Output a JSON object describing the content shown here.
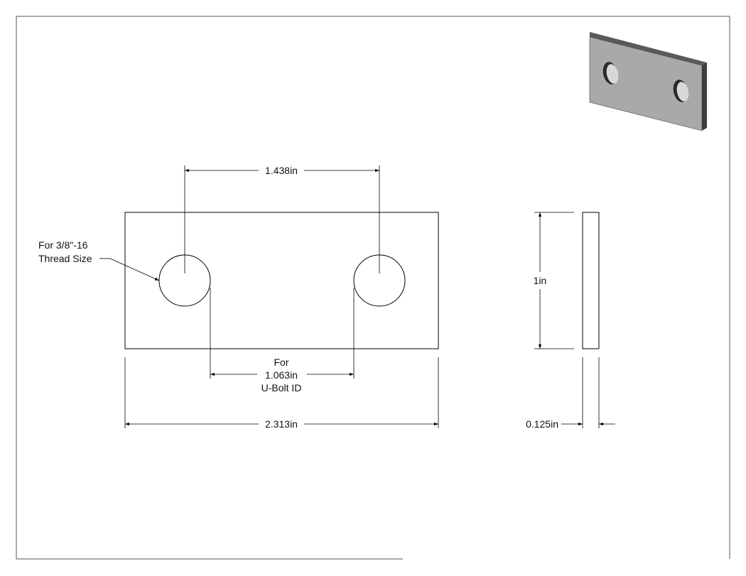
{
  "drawing": {
    "pitch_label": "1.438in",
    "length_label": "2.313in",
    "height_label": "1in",
    "thickness_label": "0.125in",
    "hole_note_line1": "For 3/8\"-16",
    "hole_note_line2": "Thread Size",
    "ubolt_line1": "For",
    "ubolt_line2": "1.063in",
    "ubolt_line3": "U-Bolt ID"
  },
  "colors": {
    "line": "#000000",
    "iso_face": "#a9a9a9",
    "iso_top": "#5a5a5a",
    "iso_side": "#3c3c3c",
    "iso_hole": "#2a2a2a"
  }
}
